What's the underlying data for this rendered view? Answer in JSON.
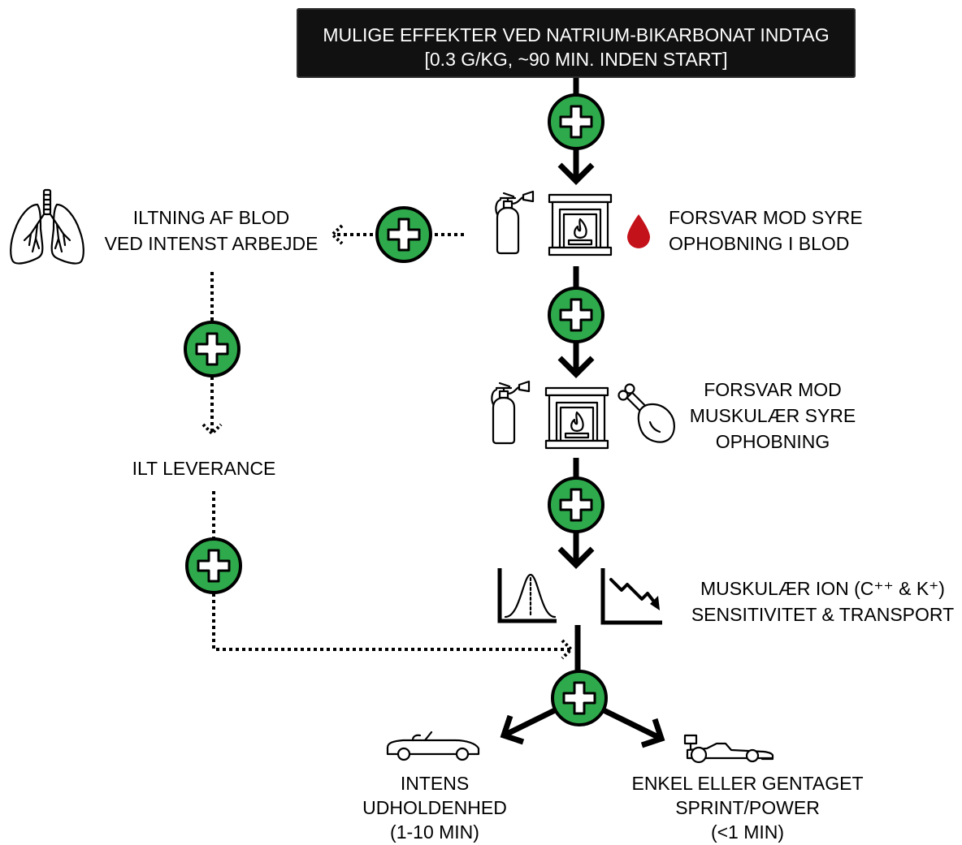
{
  "title": {
    "line1": "MULIGE EFFEKTER VED NATRIUM-BIKARBONAT INDTAG",
    "line2": "[0.3 G/KG, ~90 MIN. INDEN START]"
  },
  "blood_buffering": {
    "line1": "FORSVAR MOD SYRE",
    "line2": "OPHOBNING I BLOD",
    "icons": [
      "fire-extinguisher-icon",
      "fireplace-icon",
      "blood-drop-icon"
    ]
  },
  "blood_oxygenation": {
    "line1": "ILTNING AF BLOD",
    "line2": "VED INTENST ARBEJDE",
    "icon": "lungs-icon"
  },
  "muscle_buffering": {
    "line1": "FORSVAR MOD",
    "line2": "MUSKULÆR SYRE",
    "line3": "OPHOBNING",
    "icons": [
      "fire-extinguisher-icon",
      "fireplace-icon",
      "drumstick-icon"
    ]
  },
  "oxygen_delivery": {
    "line1": "ILT LEVERANCE"
  },
  "ion_transport": {
    "line1": "MUSKULÆR ION (C⁺⁺ & K⁺)",
    "line2": "SENSITIVITET & TRANSPORT",
    "icons": [
      "bell-curve-chart-icon",
      "declining-chart-icon"
    ]
  },
  "outcomes": {
    "endurance": {
      "line1": "INTENS",
      "line2": "UDHOLDENHED",
      "line3": "(1-10 MIN)",
      "icon": "convertible-car-icon"
    },
    "sprint": {
      "line1": "ENKEL ELLER GENTAGET",
      "line2": "SPRINT/POWER",
      "line3": "(<1 MIN)",
      "icon": "formula-car-icon"
    }
  },
  "connector_icon": "plus-icon",
  "colors": {
    "plus_circle": "#2ea94b",
    "blood_drop": "#c4121a",
    "title_background": "#111111",
    "title_text": "#ffffff"
  }
}
